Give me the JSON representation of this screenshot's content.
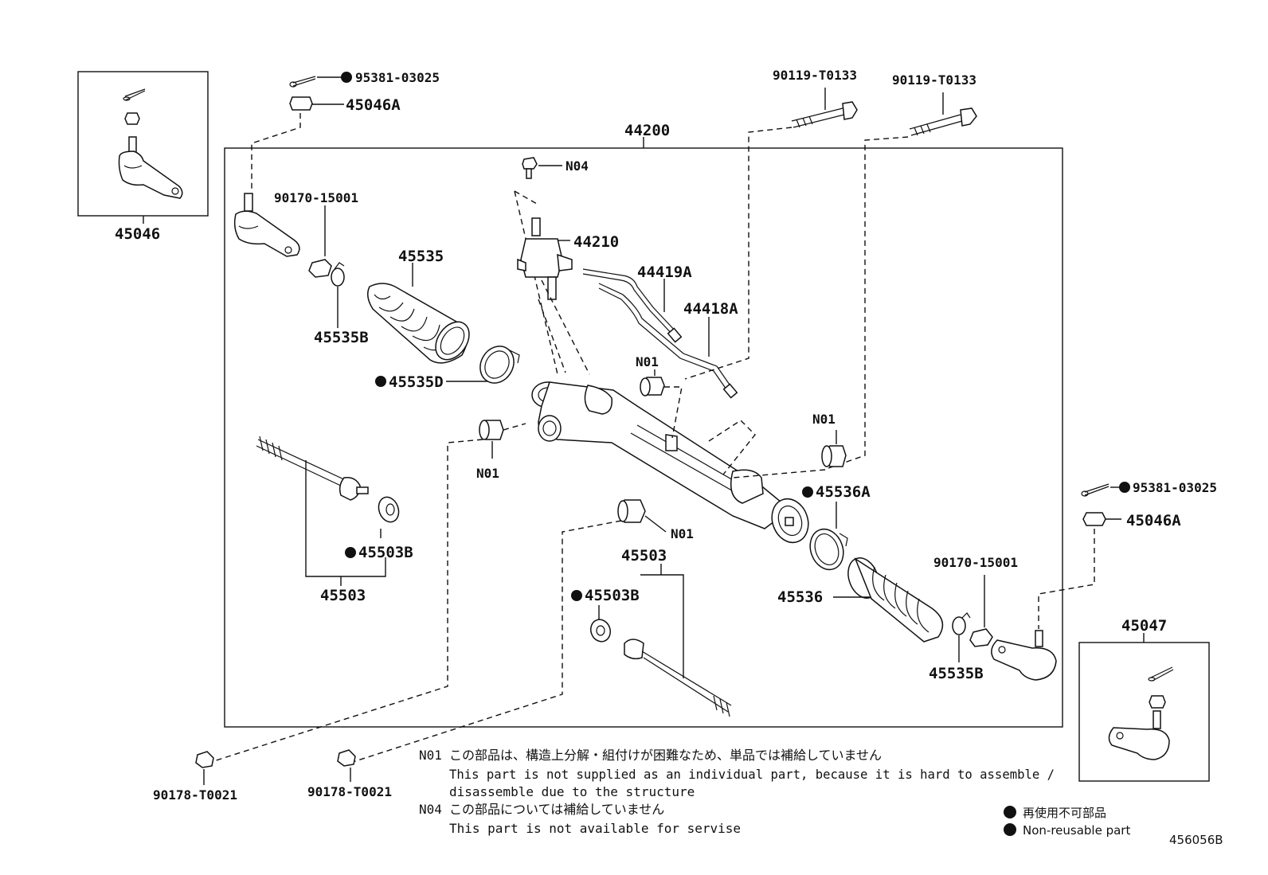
{
  "labels": {
    "l44200": "44200",
    "l45046": "45046",
    "l45047": "45047",
    "l95381_top": "95381-03025",
    "l45046A_top": "45046A",
    "l90119_a": "90119-T0133",
    "l90119_b": "90119-T0133",
    "l90170_left": "90170-15001",
    "l45535": "45535",
    "l45535B_left": "45535B",
    "l45535D": "45535D",
    "lN04": "N04",
    "l44210": "44210",
    "l44419A": "44419A",
    "l44418A": "44418A",
    "lN01_a": "N01",
    "lN01_b": "N01",
    "lN01_c": "N01",
    "lN01_d": "N01",
    "l45503_left": "45503",
    "l45503B_left": "45503B",
    "l45503_right": "45503",
    "l45503B_right": "45503B",
    "l45536A": "45536A",
    "l45536": "45536",
    "l90170_right": "90170-15001",
    "l45535B_right": "45535B",
    "l95381_right": "95381-03025",
    "l45046A_right": "45046A",
    "l90178_a": "90178-T0021",
    "l90178_b": "90178-T0021",
    "diagram_id": "456056B"
  },
  "notes": {
    "n01_code": "N01",
    "n01_jp": "この部品は、構造上分解・組付けが困難なため、単品では補給していません",
    "n01_en1": "This part is not supplied as an individual part, because it is hard to assemble /",
    "n01_en2": "disassemble due to the structure",
    "n04_code": "N04",
    "n04_jp": "この部品については補給していません",
    "n04_en": "This part is not available for servise"
  },
  "legend": {
    "jp": "再使用不可部品",
    "en": "Non-reusable part"
  }
}
